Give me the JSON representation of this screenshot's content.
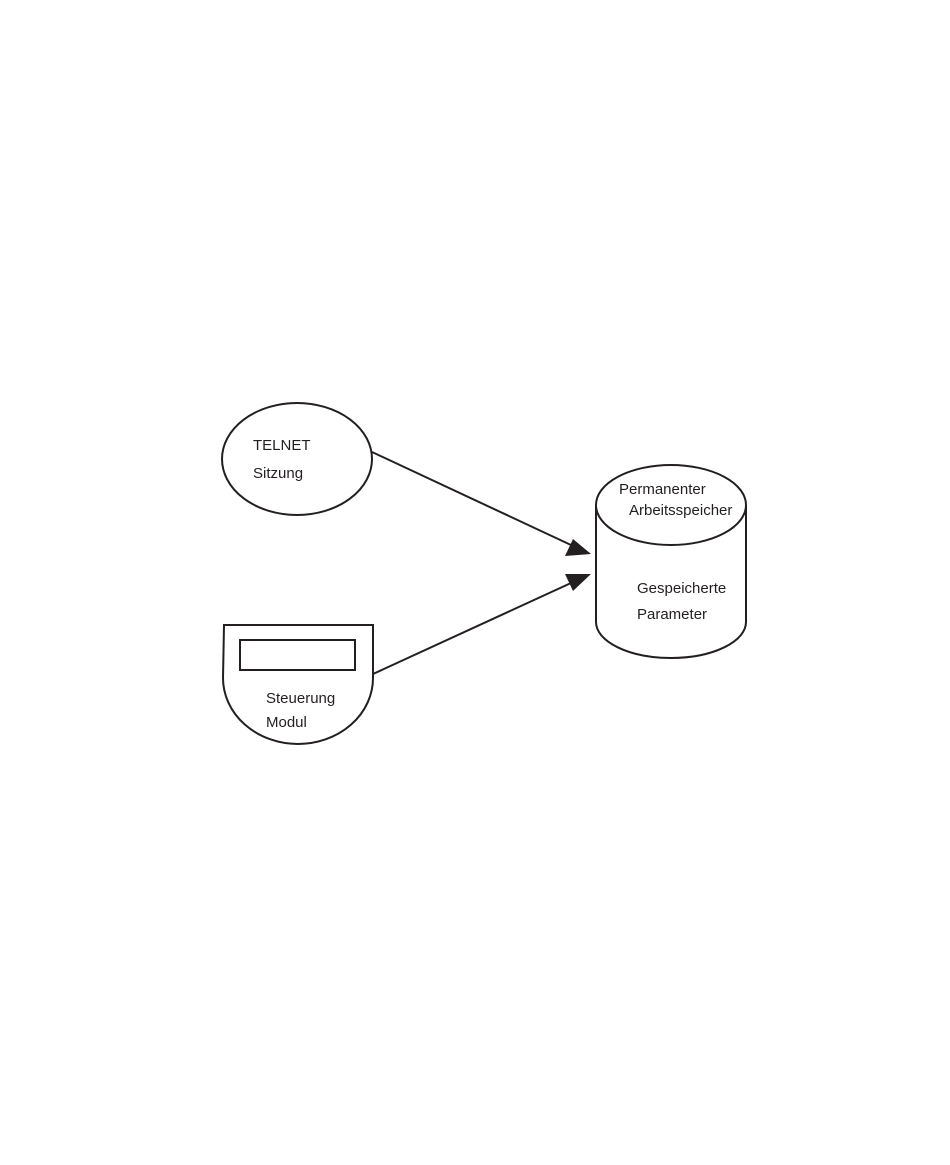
{
  "diagram": {
    "nodes": {
      "telnet_session": {
        "shape": "ellipse",
        "line1": "TELNET",
        "line2": "Sitzung"
      },
      "control_module": {
        "shape": "handheld-device",
        "line1": "Steuerung",
        "line2": "Modul"
      },
      "nonvolatile_memory": {
        "shape": "cylinder",
        "top_line1": "Permanenter",
        "top_line2": "Arbeitsspeicher",
        "body_line1": "Gespeicherte",
        "body_line2": "Parameter"
      }
    },
    "edges": [
      {
        "from": "telnet_session",
        "to": "nonvolatile_memory",
        "style": "solid-arrow"
      },
      {
        "from": "control_module",
        "to": "nonvolatile_memory",
        "style": "solid-arrow"
      }
    ],
    "colors": {
      "stroke": "#231f20",
      "background": "#ffffff"
    }
  }
}
